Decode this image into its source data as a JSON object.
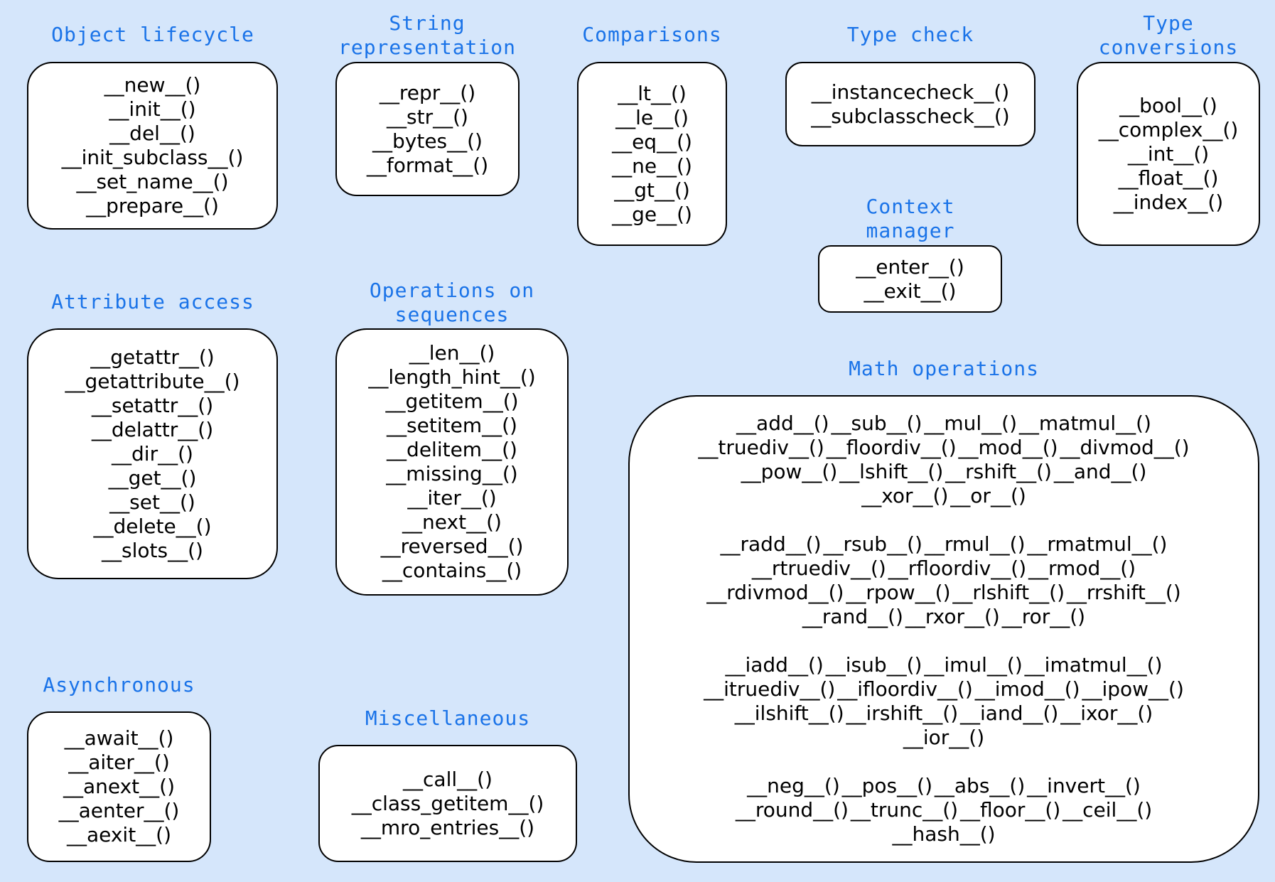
{
  "groups": [
    {
      "id": "object-lifecycle",
      "title": [
        "Object lifecycle"
      ],
      "items": [
        "__new__()",
        "__init__()",
        "__del__()",
        "__init_subclass__()",
        "__set_name__()",
        "__prepare__()"
      ]
    },
    {
      "id": "string-representation",
      "title": [
        "String",
        "representation"
      ],
      "items": [
        "__repr__()",
        "__str__()",
        "__bytes__()",
        "__format__()"
      ]
    },
    {
      "id": "comparisons",
      "title": [
        "Comparisons"
      ],
      "items": [
        "__lt__()",
        "__le__()",
        "__eq__()",
        "__ne__()",
        "__gt__()",
        "__ge__()"
      ]
    },
    {
      "id": "type-check",
      "title": [
        "Type check"
      ],
      "items": [
        "__instancecheck__()",
        "__subclasscheck__()"
      ]
    },
    {
      "id": "type-conversions",
      "title": [
        "Type",
        "conversions"
      ],
      "items": [
        "__bool__()",
        "__complex__()",
        "__int__()",
        "__float__()",
        "__index__()"
      ]
    },
    {
      "id": "context-manager",
      "title": [
        "Context",
        "manager"
      ],
      "items": [
        "__enter__()",
        "__exit__()"
      ]
    },
    {
      "id": "attribute-access",
      "title": [
        "Attribute access"
      ],
      "items": [
        "__getattr__()",
        "__getattribute__()",
        "__setattr__()",
        "__delattr__()",
        "__dir__()",
        "__get__()",
        "__set__()",
        "__delete__()",
        "__slots__()"
      ]
    },
    {
      "id": "operations-on-sequences",
      "title": [
        "Operations on",
        "sequences"
      ],
      "items": [
        "__len__()",
        "__length_hint__()",
        "__getitem__()",
        "__setitem__()",
        "__delitem__()",
        "__missing__()",
        "__iter__()",
        "__next__()",
        "__reversed__()",
        "__contains__()"
      ]
    },
    {
      "id": "math-operations",
      "title": [
        "Math operations"
      ],
      "items": [
        "__add__()  __sub__()  __mul__()  __matmul__()",
        "__truediv__()  __floordiv__()  __mod__()  __divmod__()",
        "__pow__()  __lshift__()  __rshift__()  __and__()",
        "__xor__()  __or__()",
        "",
        "__radd__()  __rsub__()  __rmul__()  __rmatmul__()",
        "__rtruediv__()  __rfloordiv__()  __rmod__()",
        "__rdivmod__()  __rpow__()  __rlshift__()  __rrshift__()",
        "__rand__()  __rxor__()  __ror__()",
        "",
        "__iadd__()  __isub__()  __imul__()  __imatmul__()",
        "__itruediv__()  __ifloordiv__()  __imod__()  __ipow__()",
        "__ilshift__()  __irshift__()  __iand__()  __ixor__()",
        "__ior__()",
        "",
        "__neg__()  __pos__()  __abs__()  __invert__()",
        "__round__()  __trunc__()  __floor__()  __ceil__()",
        "__hash__()"
      ]
    },
    {
      "id": "asynchronous",
      "title": [
        "Asynchronous"
      ],
      "items": [
        "__await__()",
        "__aiter__()",
        "__anext__()",
        "__aenter__()",
        "__aexit__()"
      ]
    },
    {
      "id": "miscellaneous",
      "title": [
        "Miscellaneous"
      ],
      "items": [
        "__call__()",
        "__class_getitem__()",
        "__mro_entries__()"
      ]
    }
  ]
}
